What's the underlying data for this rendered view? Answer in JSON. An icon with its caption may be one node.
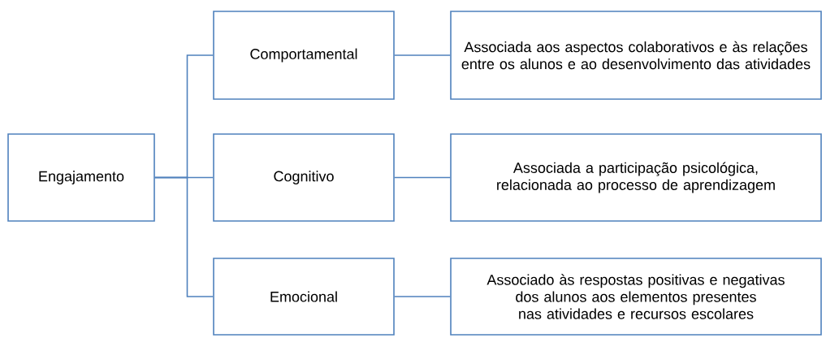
{
  "diagram": {
    "nodes": [
      {
        "text": [
          "Engajamento"
        ]
      },
      {
        "text": [
          "Comportamental"
        ]
      },
      {
        "text": [
          "Cognitivo"
        ]
      },
      {
        "text": [
          "Emocional"
        ]
      },
      {
        "text": [
          "Associada aos aspectos colaborativos e às relações entre os alunos e ao desenvolvimento das atividades"
        ]
      },
      {
        "text": [
          "Associada a participação psicológica, relacionada ao processo de aprendizagem"
        ]
      },
      {
        "text": [
          "Associado às respostas positivas e negativas dos alunos aos elementos presentes nas atividades e recursos escolares"
        ]
      }
    ],
    "edges": [
      {
        "from": 0,
        "to": 1,
        "arrow": "none"
      },
      {
        "from": 0,
        "to": 2,
        "arrow": "none"
      },
      {
        "from": 0,
        "to": 3,
        "arrow": "none"
      },
      {
        "from": 1,
        "to": 4,
        "arrow": "none"
      },
      {
        "from": 2,
        "to": 5,
        "arrow": "none"
      },
      {
        "from": 3,
        "to": 6,
        "arrow": "none"
      }
    ]
  }
}
